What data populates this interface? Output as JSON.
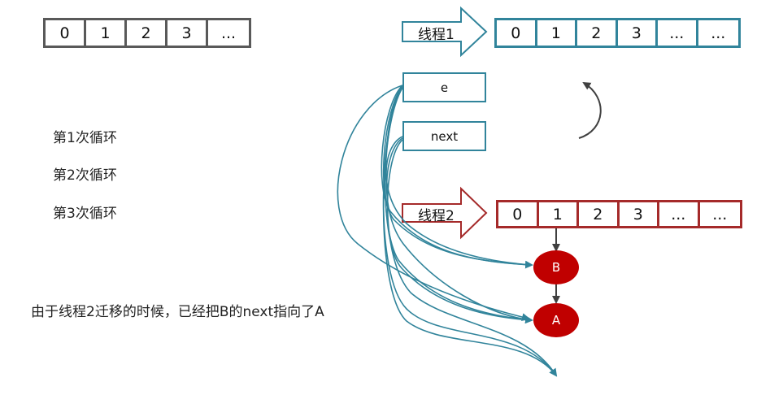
{
  "original_array": {
    "cells": [
      "0",
      "1",
      "2",
      "3",
      "..."
    ]
  },
  "thread1": {
    "label": "线程1",
    "color": "#31849b",
    "cells": [
      "0",
      "1",
      "2",
      "3",
      "...",
      "..."
    ]
  },
  "thread2": {
    "label": "线程2",
    "color": "#a52a2a",
    "cells": [
      "0",
      "1",
      "2",
      "3",
      "...",
      "..."
    ]
  },
  "pointers": {
    "e_label": "e",
    "next_label": "next"
  },
  "loops": {
    "items": [
      "第1次循环",
      "第2次循环",
      "第3次循环"
    ]
  },
  "nodes": {
    "b_label": "B",
    "a_label": "A",
    "color": "#c00000"
  },
  "note": "由于线程2迁移的时候，已经把B的next指向了A"
}
